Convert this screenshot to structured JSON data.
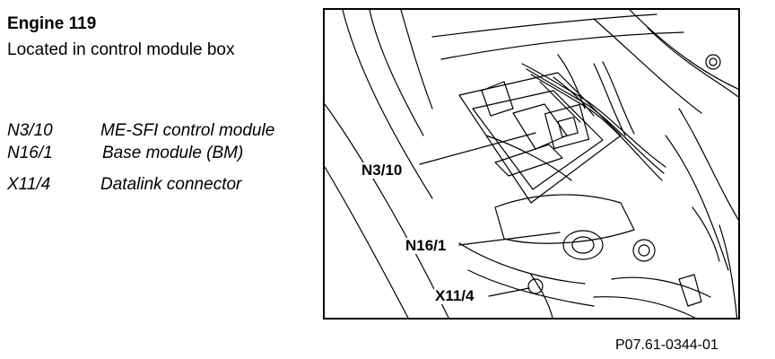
{
  "header": {
    "title": "Engine 119",
    "subtitle": "Located in control module box"
  },
  "legend": [
    {
      "code": "N3/10",
      "description": "ME-SFI control module"
    },
    {
      "code": "N16/1",
      "description": "Base module (BM)"
    },
    {
      "code": "X11/4",
      "description": "Datalink connector"
    }
  ],
  "diagram": {
    "callouts": {
      "n3_10": "N3/10",
      "n16_1": "N16/1",
      "x11_4": "X11/4"
    }
  },
  "figure_ref": "P07.61-0344-01"
}
